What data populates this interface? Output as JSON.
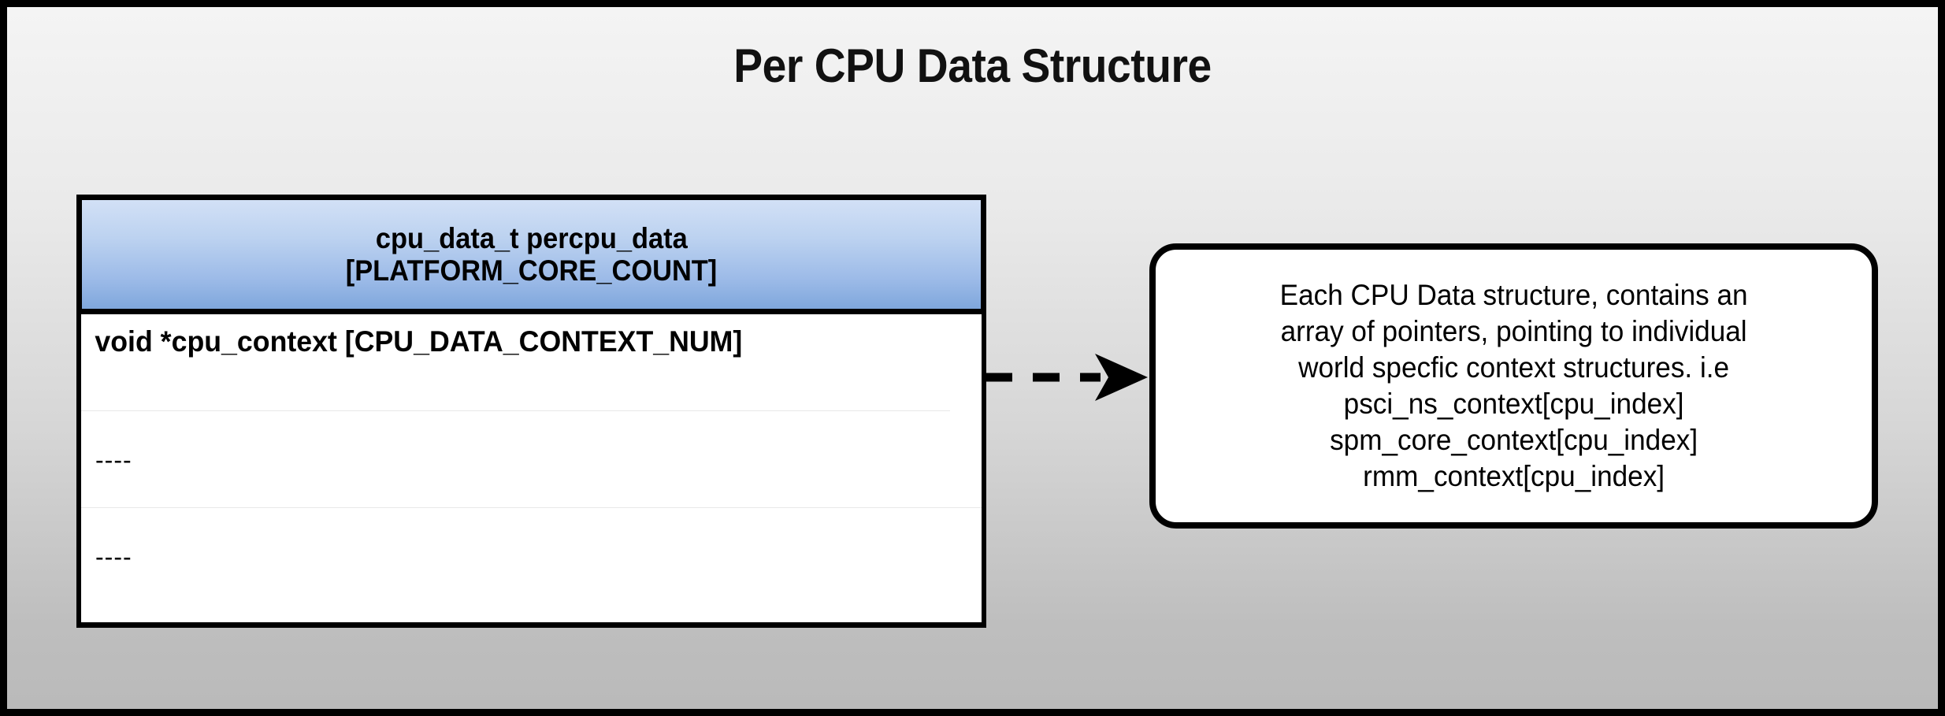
{
  "diagram": {
    "title": "Per CPU Data Structure",
    "background": {
      "gradient_top": "#f4f4f4",
      "gradient_bottom": "#bababa",
      "border_color": "#000000"
    },
    "struct_table": {
      "header_lines": [
        "cpu_data_t percpu_data",
        "[PLATFORM_CORE_COUNT]"
      ],
      "header_gradient_top": "#d2e0f6",
      "header_gradient_bottom": "#7fa7dc",
      "rows": [
        {
          "text": "void *cpu_context [CPU_DATA_CONTEXT_NUM]",
          "bold": true
        },
        {
          "text": "----",
          "bold": false
        },
        {
          "text": "----",
          "bold": false
        }
      ]
    },
    "connector": {
      "style": "dashed",
      "arrowhead": "filled-triangle",
      "color": "#000000"
    },
    "note": {
      "lines": [
        "Each CPU Data structure, contains an",
        "array of pointers, pointing to individual",
        "world specfic context structures. i.e",
        "psci_ns_context[cpu_index]",
        "spm_core_context[cpu_index]",
        "rmm_context[cpu_index]"
      ],
      "border_color": "#000000",
      "fill_color": "#ffffff"
    }
  }
}
